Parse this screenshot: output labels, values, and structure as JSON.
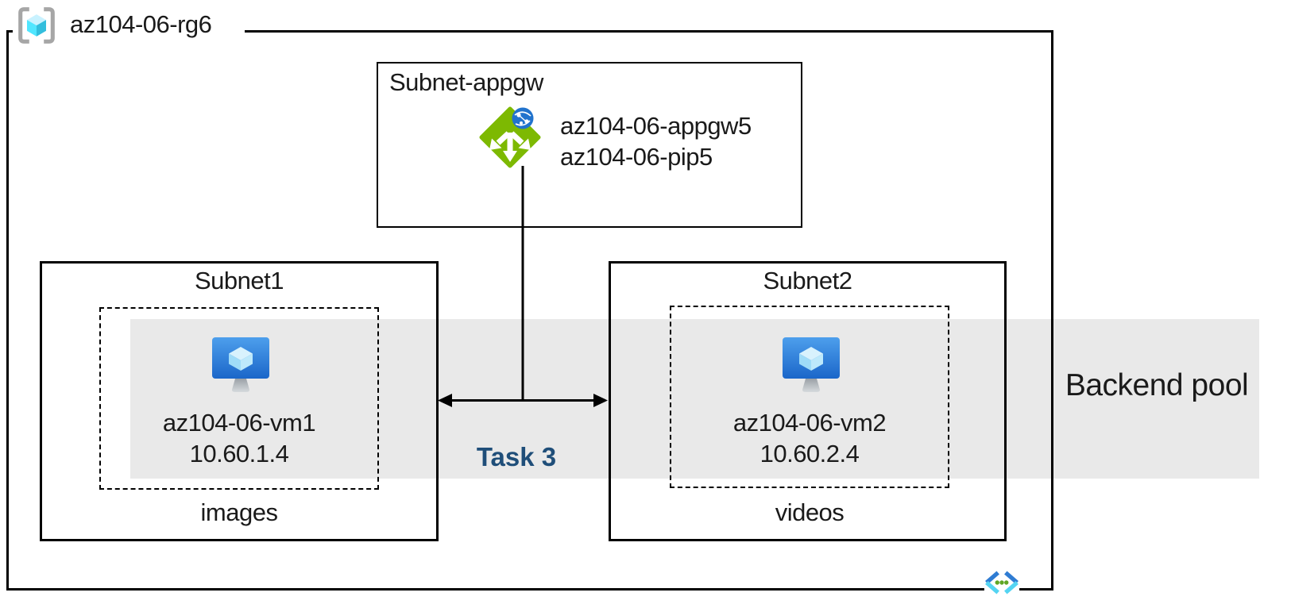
{
  "resource_group": {
    "label": "az104-06-rg6"
  },
  "appgw_subnet": {
    "title": "Subnet-appgw",
    "gateway_name": "az104-06-appgw5",
    "public_ip_name": "az104-06-pip5"
  },
  "subnet1": {
    "title": "Subnet1",
    "vm_name": "az104-06-vm1",
    "vm_ip": "10.60.1.4",
    "caption": "images"
  },
  "subnet2": {
    "title": "Subnet2",
    "vm_name": "az104-06-vm2",
    "vm_ip": "10.60.2.4",
    "caption": "videos"
  },
  "labels": {
    "backend_pool": "Backend pool",
    "task": "Task 3"
  },
  "icons": {
    "resource_group": "resource-group-icon",
    "application_gateway": "application-gateway-icon",
    "virtual_machine": "virtual-machine-icon",
    "virtual_network": "virtual-network-icon"
  },
  "colors": {
    "backend_band": "#e9e9e9",
    "task_text": "#1f4e79",
    "appgw_green": "#7db902",
    "appgw_globe_blue": "#2173cd",
    "vm_screen_top": "#4d9fec",
    "vm_screen_bottom": "#1b66c9",
    "rg_bracket_gray": "#a6a6a6",
    "cube_cyan_light": "#c9f2ff",
    "cube_cyan": "#50e6ff",
    "cube_cyan_dark": "#32bedd",
    "vnet_blue": "#2f7cd3",
    "vnet_cyan": "#54d4f2",
    "vnet_dot_green": "#5fa624",
    "line_black": "#000000"
  }
}
